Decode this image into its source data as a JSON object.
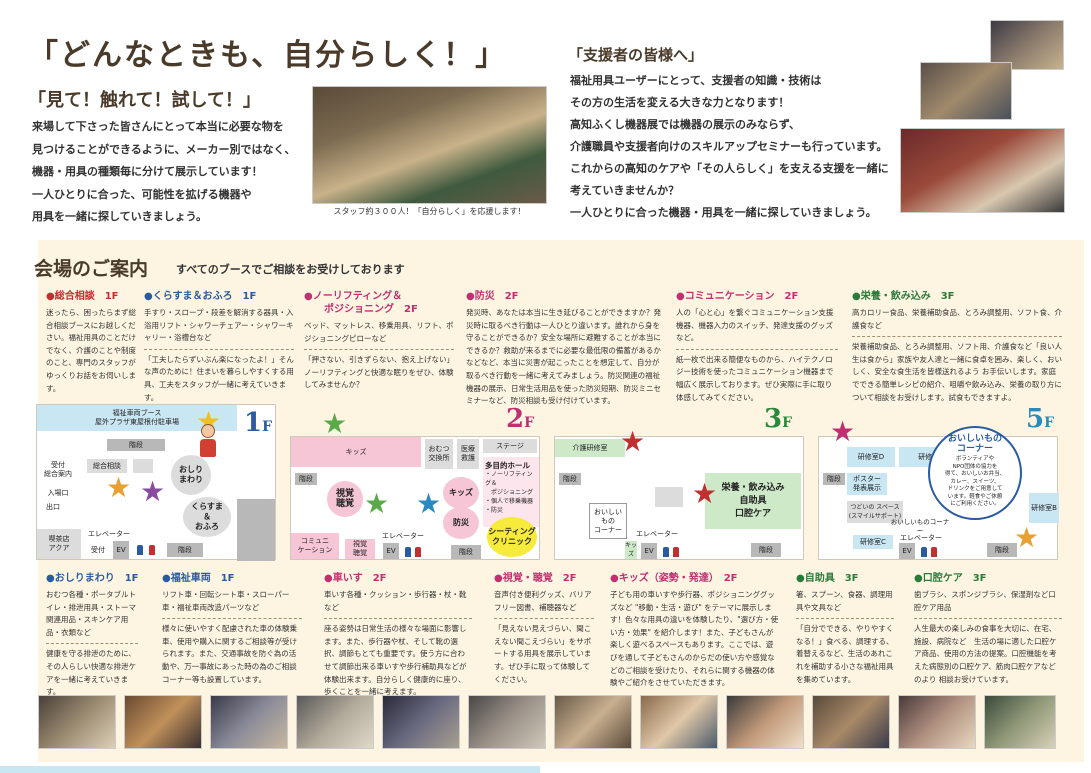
{
  "header": {
    "main_title": "「どんなときも、自分らしく！」",
    "sub_title": "「見て！触れて！試して！」",
    "intro_lines": [
      "来場して下さった皆さんにとって本当に必要な物を",
      "見つけることができるように、メーカー別ではなく、",
      "機器・用具の種類毎に分けて展示しています！",
      "一人ひとりに合った、可能性を拡げる機器や",
      "用具を一緒に探していきましょう。"
    ],
    "photo_caption": "スタッフ約３００人！「自分らしく」を応援します！"
  },
  "supporters": {
    "title": "「支援者の皆様へ」",
    "lines": [
      "福祉用具ユーザーにとって、支援者の知識・技術は",
      "その方の生活を変える大きな力となります！",
      "高知ふくし機器展では機器の展示のみならず、",
      "介護職員や支援者向けのスキルアップセミナーも行っています。",
      "これからの高知のケアや「その人らしく」を支える支援を一緒に",
      "考えていきませんか？",
      "一人ひとりに合った機器・用具を一緒に探していきましょう。"
    ]
  },
  "guide": {
    "title": "会場のご案内",
    "subtitle": "すべてのブースでご相談をお受けしております"
  },
  "categories_top": [
    {
      "head": "●総合相談　1F",
      "body": "迷ったら、困ったらまず総合相談ブースにお越しください。福祉用具のことだけでなく、介護のことや制度のこと、専門のスタッフがゆっくりお話をお伺いします。"
    },
    {
      "head": "●くらすま＆おふろ　1F",
      "body1": "手すり・スロープ・段差を解消する器具・入浴用リフト・シャワーチェアー・シャワーキャリー・浴槽台など",
      "body2": "「工夫したらずいぶん楽になったよ！」そんな声のために！住まいを暮らしやすくする用具、工夫をスタッフが一緒に考えていきます。"
    },
    {
      "head1": "●ノーリフティング＆",
      "head2": "ポジショニング　2F",
      "body1": "ベッド、マットレス、移乗用具、リフト、ポジショニングピローなど",
      "body2": "「押さない、引きずらない、抱え上げない」ノーリフティングと快適な眠りをぜひ、体験してみませんか？"
    },
    {
      "head": "●防災　2F",
      "body": "発災時、あなたは本当に生き延びることができますか？発災時に取るべき行動は一人ひとり違います。誰れから身を守ることができるか？安全な場所に避難することが本当にできるか？救助が来るまでに必要な最低限の備蓄があるかなどなど、本当に災害が起こったことを想定して、自分が取るべき行動を一緒に考えてみましょう。防災関連の福祉機器の展示、日常生活用品を使った防災短期、防災ミニセミナーなど、防災相談も受け付けています。"
    },
    {
      "head": "●コミュニケーション　2F",
      "body1": "人の「心と心」を繋ぐコミュニケーション支援機器、機器入力のスイッチ、発達支援のグッズなど。",
      "body2": "紙一枚で出来る簡便なものから、ハイテクノロジー技術を使ったコミュニケーション機器まで幅広く展示しております。ぜひ実際に手に取り体感してみてください。"
    },
    {
      "head": "●栄養・飲み込み　3F",
      "body1": "高カロリー食品、栄養補助食品、とろみ調整用、ソフト食、介護食など",
      "body2": "栄養補助食品、とろみ調整用、ソフト用、介護食など「良い人生は食から」家族や友人達と一緒に食卓を囲み、楽しく、おいしく、安全な食生活を皆様送れるよう お手伝いします。家庭でできる簡単レシピの紹介、咀嚼や飲み込み、栄養の取り方について相談をお受けします。試食もできますよ。"
    }
  ],
  "categories_bottom": [
    {
      "head": "●おしりまわり　1F",
      "body1": "おむつ各種・ポータブルトイレ・排泄用具・ストーマ関連用品・スキンケア用品・衣類など",
      "body2": "健康を守る排泄のために、その人らしい快適な排泄ケアを一緒に考えていきます。"
    },
    {
      "head": "●福祉車両　1F",
      "body1": "リフト車・回転シート車・スローパー車・福祉車両改造パーツなど",
      "body2": "様々に使いやすく配慮された車の体験乗車、使用や購入に関するご相談等が受けられます。また、交通事故を防ぐ為の活動や、万一事故にあった時の為のご相談コーナー等も設置しています。"
    },
    {
      "head": "●車いす　2F",
      "body1": "車いす各種・クッション・歩行器・杖・靴など",
      "body2": "座る姿勢は日常生活の様々な場面に影響します。また、歩行器や杖、そして靴の選択、調節もとても重要です。使う方に合わせて調節出来る車いすや歩行補助具などが体験出来ます。自分らしく健康的に座り、歩くことを一緒に考えます。"
    },
    {
      "head": "●視覚・聴覚　2F",
      "body1": "音声付き便利グッズ、バリアフリー図書、補聴器など",
      "body2": "「見えない見えづらい、聞こえない聞こえづらい」をサポートする用具を展示しています。ぜひ手に取って体験してください。"
    },
    {
      "head": "●キッズ（姿勢・発達）　2F",
      "body": "子ども用の車いすや歩行器、ポジショニンググッズなど \"移動・生活・遊び\" をテーマに展示します！色々な用具の違いを体験したり、\"選び方・使い方・効果\" を紹介します！また、子どもさんが楽しく遊べるスペースもあります。ここでは、遊びを通して子どもさんのからだの使い方や感覚などのご相談を受けたり、それらに関する機器の体験やご紹介をさせていただきます。"
    },
    {
      "head": "●自助具　3F",
      "body1": "箸、スプーン、食器、調理用具や文具など",
      "body2": "「自分でできる、やりやすくなる！」食べる、調理する、着替えるなど、生活のあれこれを補助する小さな福祉用具を集めています。"
    },
    {
      "head": "●口腔ケア　3F",
      "body1": "歯ブラシ、スポンジブラシ、保湿剤など口腔ケア用品",
      "body2": "人生最大の楽しみの食事を大切に、在宅、施設、病院など　生活の場に適した口腔ケア商品、使用の方法の提案。口腔機能を考えた病態別の口腔ケア、筋肉口腔ケアなどのより 相談お受けています。"
    }
  ],
  "map_1f": {
    "floor": "1",
    "floor_suffix": "F",
    "parking_line1": "福祉車両ブース",
    "parking_line2": "屋外プラザ東屋根付駐車場",
    "stairs": "階段",
    "reception": "受付\n総合案内",
    "entrance": "入場口",
    "exit": "出口",
    "general": "総合相談",
    "oshiri": "おしり\nまわり",
    "kurasuma": "くらすま\n＆\nおふろ",
    "cafe": "喫茶店\nアクア",
    "elevator": "エレベーター",
    "uketsuke": "受付",
    "ev": "EV",
    "stairs2": "階段"
  },
  "map_2f": {
    "floor": "2",
    "floor_suffix": "F",
    "kids": "キッズ",
    "omutsu": "おむつ\n交換所",
    "medical": "医療\n救護",
    "stage": "ステージ",
    "hall_title": "多目的ホール",
    "hall_items": "・ノーリフティング＆\n　ポジショニング\n・個人で移乗機器\n・防災",
    "visual": "視覚\n聴覚",
    "kids2": "キッズ",
    "bousai": "防災",
    "seating": "シーティング\nクリニック",
    "comm": "コミュニ\nケーション",
    "shikaku": "視覚\n聴覚",
    "stairs": "階段",
    "stairs2": "階段",
    "elevator": "エレベーター",
    "ev": "EV"
  },
  "map_3f": {
    "floor": "3",
    "floor_suffix": "F",
    "training": "介護研修室",
    "nutrition": "栄養・飲み込み\n自助具\n口腔ケア",
    "oishii": "おいしい\nもの\nコーナー",
    "kids": "キッズ",
    "stairs": "階段",
    "stairs2": "階段",
    "elevator": "エレベーター",
    "ev": "EV"
  },
  "map_5f": {
    "floor": "5",
    "floor_suffix": "F",
    "room_d": "研修室D",
    "room_a": "研修室A",
    "room_b": "研修室B",
    "room_c": "研修室C",
    "poster": "ポスター\n発表展示",
    "tsudoi": "つどいの スペース\n(スマイルサポート)",
    "oishii_corner": "おいしいものコーナー",
    "bubble_title": "おいしいもの\nコーナー",
    "bubble_body": "ボランティアや\nNPO団体の協力を\n得て、おいしいお弁当、\nカレー、スイーツ、\nドリンクをご用意して\nいます。軽食やご休憩\nにご利用ください。",
    "stairs": "階段",
    "stairs2": "階段",
    "elevator": "エレベーター",
    "ev": "EV"
  }
}
